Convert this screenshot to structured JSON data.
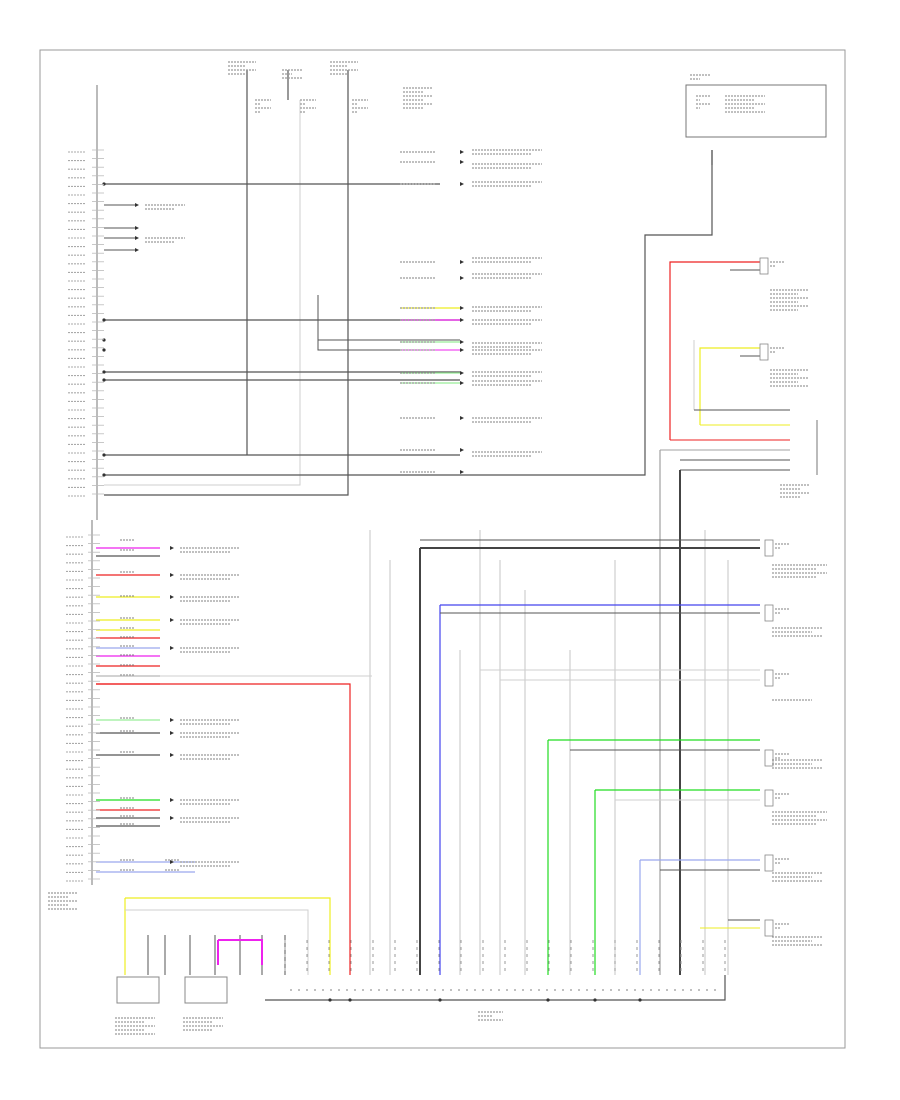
{
  "diagram": {
    "figure_id": "",
    "border_color": "#9a9a9a",
    "colors": {
      "default": "#555555",
      "red": "#ee2222",
      "pink": "#ee22ee",
      "yellow": "#eeee22",
      "blue": "#4444ee",
      "lightblue": "#9aa8ee",
      "green": "#22dd22",
      "lightgreen": "#99ee99",
      "gray": "#a0a0a0",
      "light": "#cfcfcf",
      "black": "#444444"
    },
    "components": [
      {
        "id": "main-ecu",
        "label": ""
      },
      {
        "id": "junction-connector",
        "label": ""
      },
      {
        "id": "top-right-module",
        "label": ""
      },
      {
        "id": "bottom-left-sensor",
        "label": ""
      },
      {
        "id": "bottom-mid-switch",
        "label": ""
      }
    ],
    "icons": [
      "ground-symbol",
      "connector-symbol"
    ]
  }
}
